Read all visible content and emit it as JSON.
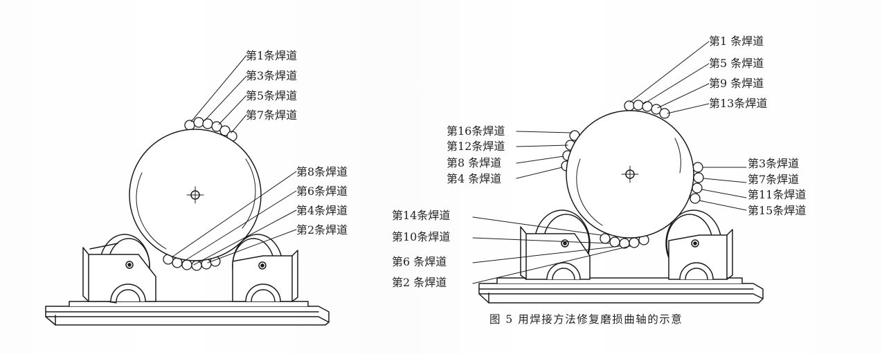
{
  "figure": {
    "caption": "图 5   用焊接方法修复磨损曲轴的示意"
  },
  "left_view": {
    "top_labels": [
      "第1条焊道",
      "第3条焊道",
      "第5条焊道",
      "第7条焊道"
    ],
    "bottom_labels": [
      "第8条焊道",
      "第6条焊道",
      "第4条焊道",
      "第2条焊道"
    ]
  },
  "right_view": {
    "top_labels": [
      "第1 条焊道",
      "第5 条焊道",
      "第9 条焊道",
      "第13条焊道"
    ],
    "left_labels": [
      "第16条焊道",
      "第12条焊道",
      "第8 条焊道",
      "第4 条焊道"
    ],
    "right_labels": [
      "第3条焊道",
      "第7条焊道",
      "第11条焊道",
      "第15条焊道"
    ],
    "bottom_labels": [
      "第14条焊道",
      "第10条焊道",
      "第6 条焊道",
      "第2 条焊道"
    ]
  }
}
